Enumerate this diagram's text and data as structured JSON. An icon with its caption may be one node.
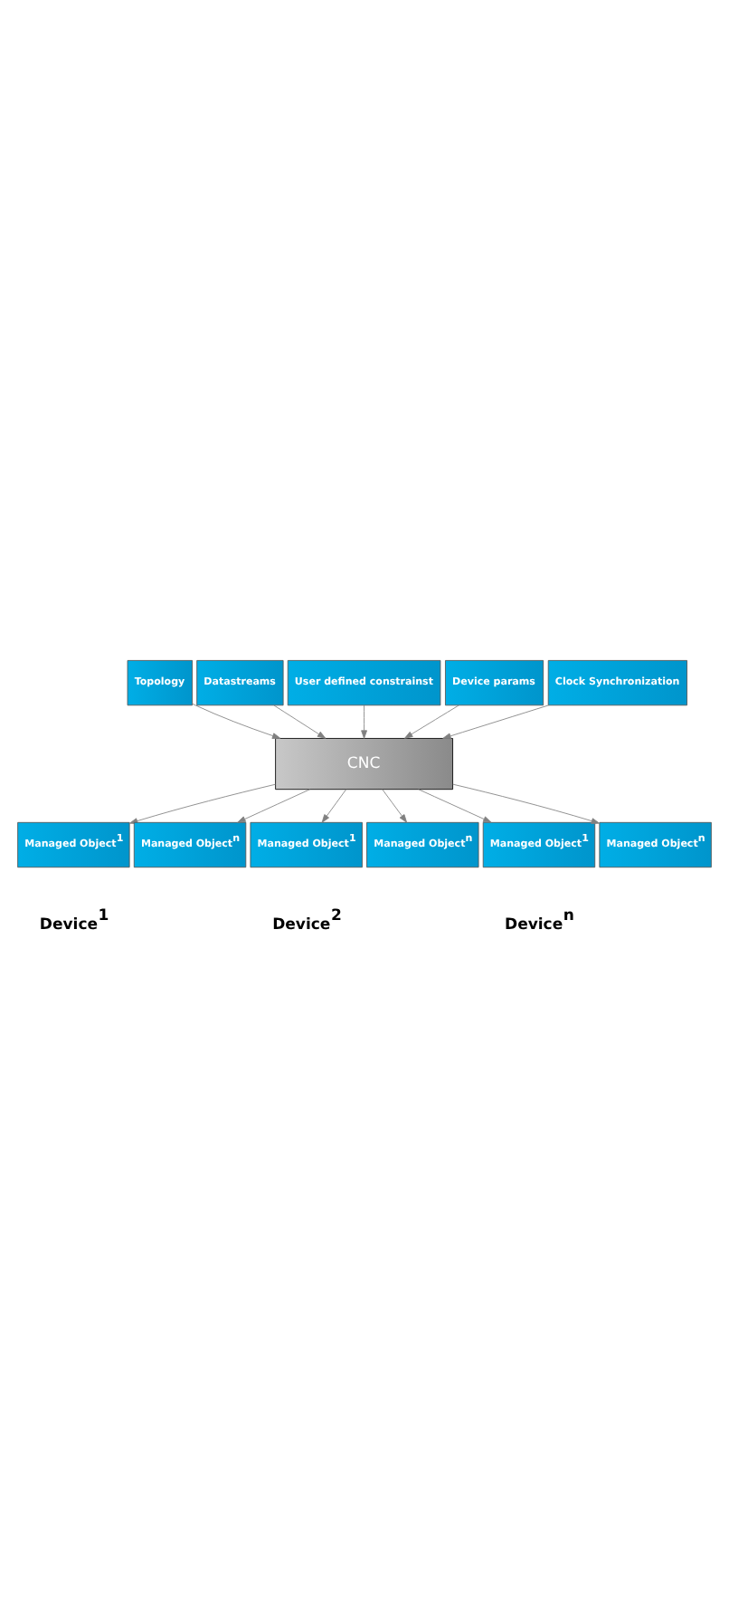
{
  "diagram": {
    "nodes": [
      {
        "text": [
          "Topology"
        ]
      },
      {
        "text": [
          "Datastreams"
        ]
      },
      {
        "text": [
          "User defined constrainst"
        ]
      },
      {
        "text": [
          "Device params"
        ]
      },
      {
        "text": [
          "Clock Synchronization"
        ]
      },
      {
        "text": [
          "CNC"
        ]
      },
      {
        "text": [
          "Managed Object$^{1}$"
        ]
      },
      {
        "text": [
          "Managed Object$^{n}$"
        ]
      },
      {
        "text": [
          "Managed Object$^{1}$"
        ]
      },
      {
        "text": [
          "Managed Object$^{n}$"
        ]
      },
      {
        "text": [
          "Managed Object$^{1}$"
        ]
      },
      {
        "text": [
          "Managed Object$^{n}$"
        ]
      }
    ],
    "edges": [
      {
        "from": 0,
        "to": 5,
        "arrow": "to"
      },
      {
        "from": 1,
        "to": 5,
        "arrow": "to"
      },
      {
        "from": 2,
        "to": 5,
        "arrow": "to"
      },
      {
        "from": 3,
        "to": 5,
        "arrow": "to"
      },
      {
        "from": 4,
        "to": 5,
        "arrow": "to"
      },
      {
        "from": 5,
        "to": 6,
        "arrow": "to"
      },
      {
        "from": 5,
        "to": 7,
        "arrow": "to"
      },
      {
        "from": 5,
        "to": 8,
        "arrow": "to"
      },
      {
        "from": 5,
        "to": 9,
        "arrow": "to"
      },
      {
        "from": 5,
        "to": 10,
        "arrow": "to"
      },
      {
        "from": 5,
        "to": 11,
        "arrow": "to"
      }
    ],
    "labels": [
      "Device$^{1}$",
      "Device$^{2}$",
      "Device$^{n}$"
    ]
  }
}
